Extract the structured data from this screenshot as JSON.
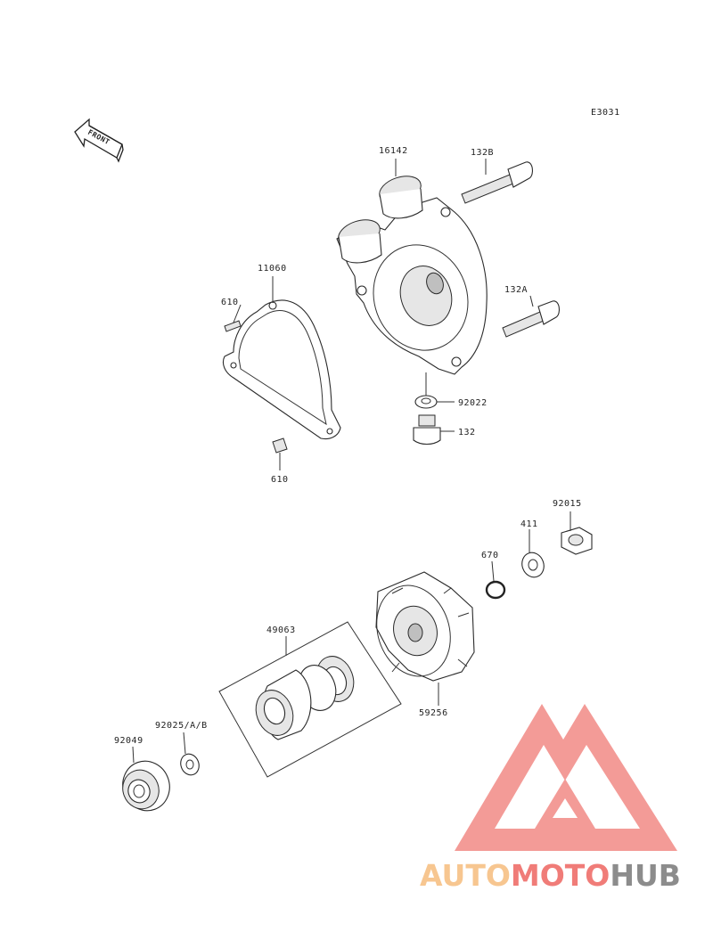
{
  "diagram_code": "E3031",
  "front_label": "FRONT",
  "parts": {
    "p16142": "16142",
    "p132B": "132B",
    "p11060": "11060",
    "p610_top": "610",
    "p132A": "132A",
    "p92022": "92022",
    "p132": "132",
    "p610_bottom": "610",
    "p92015": "92015",
    "p411": "411",
    "p670": "670",
    "p49063": "49063",
    "p59256": "59256",
    "p92025": "92025/A/B",
    "p92049": "92049"
  },
  "watermark": {
    "word_1": "AUTO",
    "word_2": "MOTO",
    "word_3": "HUB",
    "colors": {
      "orange": "#f7c690",
      "red": "#f07c78",
      "gray": "#8c8c8c"
    }
  }
}
